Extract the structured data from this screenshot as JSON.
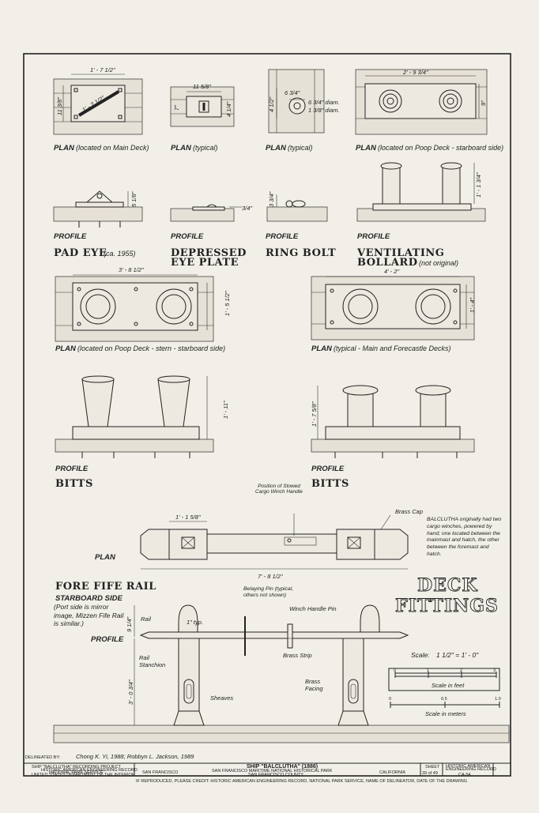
{
  "drawings": {
    "pad_eye": {
      "dim_length": "1' - 7 1/2\"",
      "dim_width": "11 3/8\"",
      "dim_diag": "1' - 2 1/2\"",
      "plan_label": "PLAN",
      "plan_note": "(located on Main Deck)",
      "profile_label": "PROFILE",
      "dim_height": "5 1/8\"",
      "title": "PAD EYE",
      "title_note": "(ca. 1955)"
    },
    "depressed_eye_plate": {
      "dim_length": "11 5/8\"",
      "dim_left": "7\"",
      "dim_right": "4 1/4\"",
      "plan_label": "PLAN",
      "plan_note": "(typical)",
      "profile_label": "PROFILE",
      "dim_depth": "3/4\"",
      "title_line1": "DEPRESSED",
      "title_line2": "EYE PLATE"
    },
    "ring_bolt": {
      "dim_top": "6 3/4\"",
      "dim_left": "4 1/2\"",
      "dim_dia1": "6 3/4\" diam.",
      "dim_dia2": "1 3/8\" diam.",
      "plan_label": "PLAN",
      "plan_note": "(typical)",
      "profile_label": "PROFILE",
      "dim_height": "3 3/4\"",
      "title": "RING BOLT"
    },
    "ventilating_bollard": {
      "dim_length": "2' - 9 3/4\"",
      "dim_width": "9\"",
      "plan_label": "PLAN",
      "plan_note": "(located on Poop Deck - starboard side)",
      "profile_label": "PROFILE",
      "dim_height": "1' - 1 3/4\"",
      "title_line1": "VENTILATING",
      "title_line2": "BOLLARD",
      "title_note": "(not original)"
    },
    "bitts_stern": {
      "dim_length": "3' - 8 1/2\"",
      "dim_width": "1' - 5 1/2\"",
      "plan_label": "PLAN",
      "plan_note": "(located on Poop Deck - stern - starboard side)",
      "dim_height": "1' - 11\"",
      "profile_label": "PROFILE",
      "title": "BITTS"
    },
    "bitts_main": {
      "dim_length": "4' - 2\"",
      "dim_width": "1' - 4\"",
      "plan_label": "PLAN",
      "plan_note": "(typical - Main and Forecastle Decks)",
      "dim_height": "1' - 7 5/8\"",
      "profile_label": "PROFILE",
      "title": "BITTS"
    },
    "fife_rail": {
      "plan_label": "PLAN",
      "dim_block": "1' - 1 5/8\"",
      "dim_length": "7' - 8 1/2\"",
      "stowed_note": "Position of Stowed Cargo Winch Handle",
      "brass_cap": "Brass Cap",
      "winch_note": "BALCLUTHA originally had two cargo winches, powered by hand; one located between the mainmast and hatch, the other between the foremast and hatch.",
      "title": "FORE FIFE RAIL",
      "side": "STARBOARD SIDE",
      "side_note": "(Port side is mirror image, Mizzen Fife Rail is similar.)",
      "dim_typ": "1\" typ.",
      "belaying_note": "Belaying Pin (typical, others not shown)",
      "winch_pin": "Winch Handle Pin",
      "rail": "Rail",
      "dim_rail": "9 1/4\"",
      "profile_label": "PROFILE",
      "brass_strip": "Brass Strip",
      "stanchion": "Rail Stanchion",
      "dim_height": "3' - 0 3/4\"",
      "brass_facing": "Brass Facing",
      "sheaves": "Sheaves"
    }
  },
  "deck_title_line1": "DECK",
  "deck_title_line2": "FITTINGS",
  "scale": {
    "label": "Scale:",
    "value": "1 1/2\" = 1' - 0\"",
    "feet_ticks": [
      "0",
      "1",
      "2",
      "3"
    ],
    "feet_label": "Scale in feet",
    "meter_ticks": [
      "0",
      "0.5",
      "1.0"
    ],
    "meter_label": "Scale in meters"
  },
  "delineated": {
    "prefix": "DELINEATED BY:",
    "line1": "Chong K. Yi, 1988; Robbyn L. Jackson, 1989"
  },
  "title_block": {
    "project": "SHIP \"BALCLUTHA\" RECORDING PROJECT",
    "agency1": "HISTORIC AMERICAN ENGINEERING RECORD",
    "agency2": "NATIONAL PARK SERVICE",
    "agency3": "UNITED STATES DEPARTMENT OF THE INTERIOR",
    "city": "SAN FRANCISCO",
    "ship": "SHIP \"BALCLUTHA\" (1886)",
    "park": "SAN FRANCISCO MARITIME NATIONAL HISTORICAL PARK",
    "county": "SAN FRANCISCO COUNTY",
    "state": "CALIFORNIA",
    "sheet_label": "SHEET",
    "sheet_no": "39 of 49",
    "record_label1": "HISTORIC AMERICAN",
    "record_label2": "ENGINEERING RECORD",
    "record_no": "CA-54",
    "footer": "IF REPRODUCED, PLEASE CREDIT: HISTORIC AMERICAN ENGINEERING RECORD, NATIONAL PARK SERVICE, NAME OF DELINEATOR, DATE OF THE DRAWING"
  }
}
